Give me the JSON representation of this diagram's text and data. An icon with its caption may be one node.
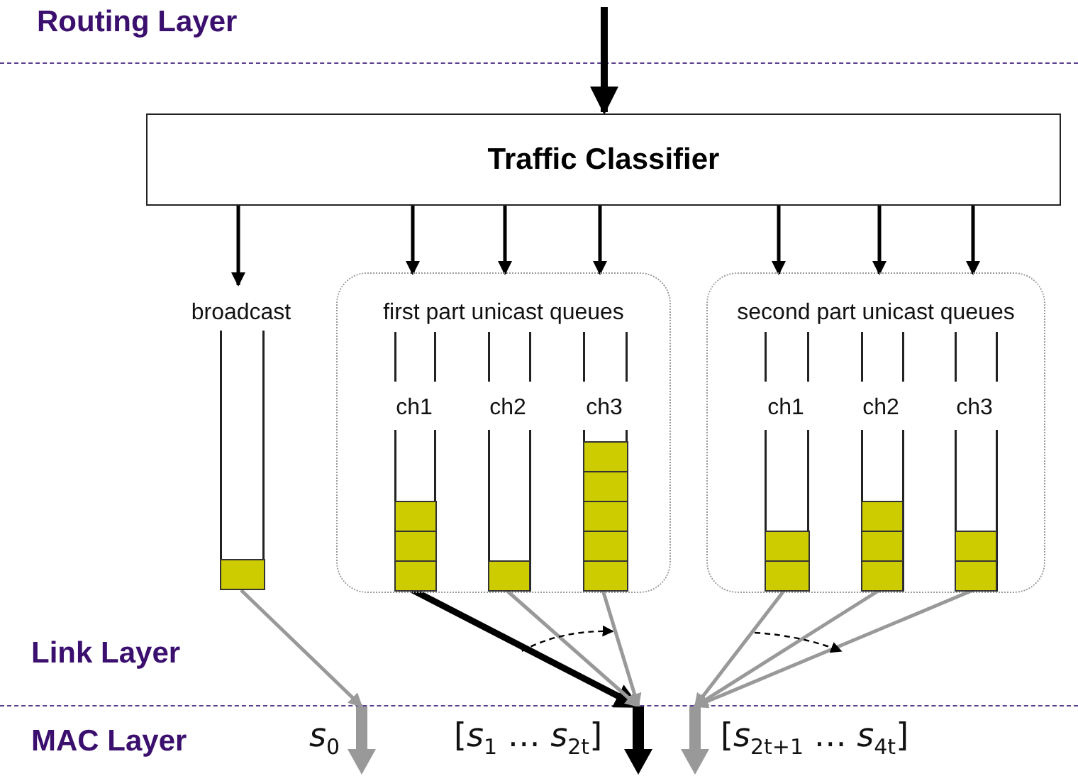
{
  "diagram": {
    "nodes": [
      {
        "text": [
          "Traffic Classifier"
        ]
      },
      {
        "text": [
          "broadcast"
        ]
      },
      {
        "text": [
          "first part unicast queues"
        ]
      },
      {
        "text": [
          "ch1"
        ],
        "in": 2
      },
      {
        "text": [
          "ch2"
        ],
        "in": 2
      },
      {
        "text": [
          "ch3"
        ],
        "in": 2
      },
      {
        "text": [
          "second part unicast queues"
        ]
      },
      {
        "text": [
          "ch1"
        ],
        "in": 6
      },
      {
        "text": [
          "ch2"
        ],
        "in": 6
      },
      {
        "text": [
          "ch3"
        ],
        "in": 6
      },
      {
        "text": [
          "*s*$_{0}$"
        ]
      },
      {
        "text": [
          "[*s*$_{1}$ … *s*$_{2t}$]"
        ]
      },
      {
        "text": [
          "[*s*$_{2t+1}$ … *s*$_{4t}$]"
        ]
      }
    ],
    "edges": [
      {
        "from": null,
        "to": 0,
        "arrow": "to",
        "style": "thick"
      },
      {
        "from": 0,
        "to": 1,
        "arrow": "to"
      },
      {
        "from": 0,
        "to": 2,
        "arrow": "to"
      },
      {
        "from": 0,
        "to": 2,
        "arrow": "to"
      },
      {
        "from": 0,
        "to": 2,
        "arrow": "to"
      },
      {
        "from": 0,
        "to": 6,
        "arrow": "to"
      },
      {
        "from": 0,
        "to": 6,
        "arrow": "to"
      },
      {
        "from": 0,
        "to": 6,
        "arrow": "to"
      },
      {
        "from": 1,
        "to": 10,
        "arrow": "to",
        "color": "#999999"
      },
      {
        "from": 3,
        "to": 11,
        "arrow": "to",
        "style": "thick"
      },
      {
        "from": 4,
        "to": 11,
        "arrow": "to",
        "color": "#999999"
      },
      {
        "from": 5,
        "to": 11,
        "arrow": "to",
        "color": "#999999"
      },
      {
        "from": 7,
        "to": 12,
        "arrow": "to",
        "color": "#999999"
      },
      {
        "from": 8,
        "to": 12,
        "arrow": "to",
        "color": "#999999"
      },
      {
        "from": 9,
        "to": 12,
        "arrow": "to",
        "color": "#999999"
      }
    ],
    "labels": [
      "Routing Layer",
      "Link Layer",
      "MAC Layer"
    ]
  }
}
